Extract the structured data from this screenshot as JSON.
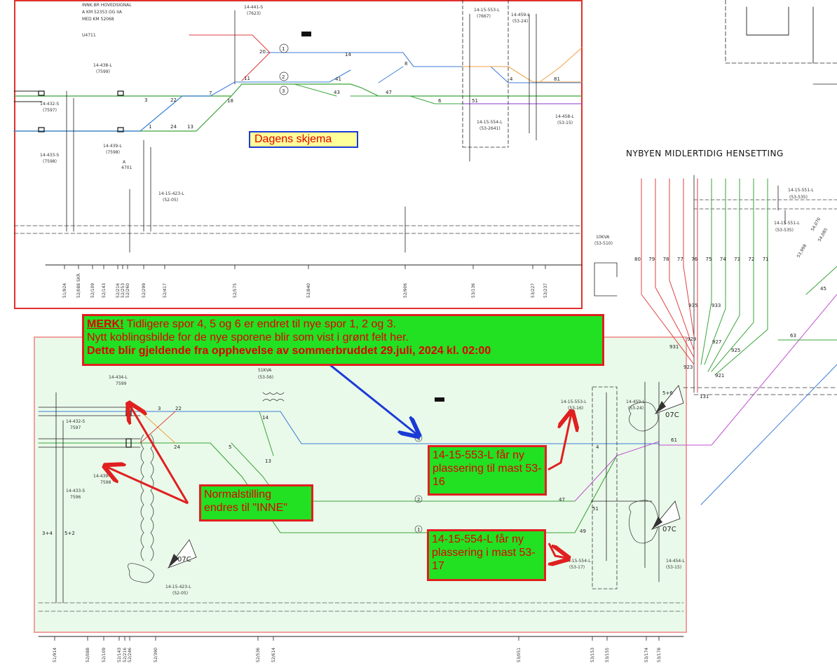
{
  "labels": {
    "dagens": "Dagens skjema",
    "nybyen_title": "NYBYEN MIDLERTIDIG HENSETTING"
  },
  "notes": {
    "merk_lead": "MERK!",
    "merk_line1_rest": " Tidligere spor 4, 5 og 6 er endret til nye spor 1, 2 og 3.",
    "merk_line2": "Nytt koblingsbilde for de nye sporene blir som vist i grønt felt her.",
    "merk_line3": "Dette blir gjeldende fra opphevelse av sommerbruddet 29.juli, 2024 kl. 02:00",
    "c553": "14-15-553-L får ny plassering til mast 53-16",
    "c554": "14-15-554-L får ny plassering i mast 53-17",
    "normal": "Normalstilling endres til \"INNE\""
  },
  "header_text": {
    "l1": "INNK.BR HOVEDSIGNAL",
    "l2": "A KM 52353 OG IIA",
    "l3": "MED KM 52068"
  },
  "top_devices": {
    "d441": "14-441-S",
    "d441b": "(7623)",
    "d438": "14-438-L",
    "d438b": "(7599)",
    "d432": "14-432-S",
    "d432b": "(7597)",
    "d433": "14-433-S",
    "d433b": "(7598)",
    "d439": "14-439-L",
    "d439b": "(7598)",
    "d553": "14-15-553-L",
    "d553b": "(7667)",
    "d459": "14-459-L",
    "d459b": "(53-24)",
    "d554": "14-15-554-L",
    "d554b": "(53-2641)",
    "d458": "14-458-L",
    "d458b": "(53-15)",
    "d423": "14-15-423-L",
    "d423b": "(52-05)",
    "a4701": "A",
    "a4701b": "4701",
    "u4711": "U4711"
  },
  "new_devices": {
    "n434": "14-434-L",
    "n434b": "7599",
    "n432": "14-432-S",
    "n432b": "7597",
    "n439": "14-439-L",
    "n439b": "7598",
    "n433": "14-433-S",
    "n433b": "7596",
    "n553": "14-15-553-L",
    "n553b": "(53-16)",
    "n459": "14-459-L",
    "n459b": "(53-24)",
    "n554": "14-15-554-L",
    "n554b": "(53-17)",
    "n454": "14-454-L",
    "n454b": "(53-15)",
    "n423": "14-15-423-L",
    "n423b": "(52-05)",
    "kva": "51KVA",
    "kvab": "(53-56)",
    "tag07c": "07C"
  },
  "right_devices": {
    "r551": "14-15-551-L",
    "r551a": "(53-535)",
    "r551b": "14-15-551-L",
    "r551c": "(53-535)",
    "kva": "10KVA",
    "kvab": "(53-510)"
  },
  "track_nums": [
    "80",
    "79",
    "78",
    "77",
    "76",
    "75",
    "74",
    "73",
    "72",
    "71"
  ],
  "top_km": [
    "51/924",
    "52/088 SKR",
    "52/109",
    "52/143",
    "52/216",
    "52/253",
    "52/260",
    "52/299",
    "52/417",
    "52/575",
    "52/840",
    "52/906",
    "53/136",
    "53/227",
    "53/237"
  ],
  "bottom_km": [
    "51/914",
    "52/088",
    "52/109",
    "52/143",
    "52/216",
    "52/246",
    "52/390",
    "52/536",
    "52/614",
    "53/051",
    "53/153",
    "53/155",
    "53/174",
    "53/178"
  ]
}
